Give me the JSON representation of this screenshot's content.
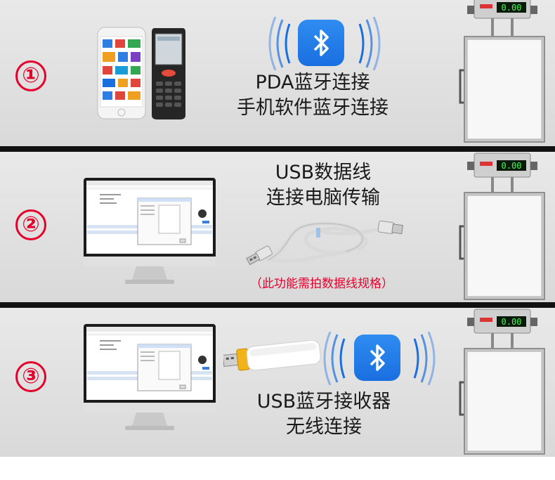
{
  "sections": [
    {
      "number": "①",
      "caption_lines": [
        "PDA蓝牙连接",
        "手机软件蓝牙连接"
      ]
    },
    {
      "number": "②",
      "caption_lines": [
        "USB数据线",
        "连接电脑传输"
      ],
      "note": "（此功能需拍数据线规格）"
    },
    {
      "number": "③",
      "caption_lines": [
        "USB蓝牙接收器",
        "无线连接"
      ]
    }
  ],
  "scale_display": "0.00",
  "colors": {
    "accent_red": "#e4002b",
    "bluetooth_blue": "#1a6fe0",
    "panel_gray": "#e2e2e2",
    "separator": "#111111"
  },
  "icons": [
    "bluetooth-icon",
    "bluetooth-icon",
    "usb-cable-icon",
    "usb-dongle-icon",
    "phone-icon",
    "pda-icon",
    "monitor-icon",
    "platform-scale-icon"
  ]
}
